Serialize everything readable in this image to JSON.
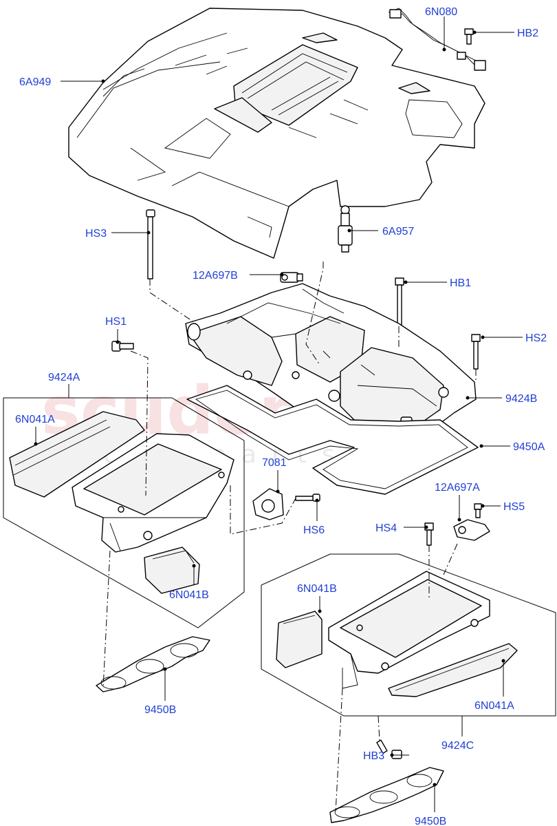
{
  "watermark": {
    "brand": "scuderia",
    "tagline": "car parts"
  },
  "labels": [
    {
      "key": "6N080",
      "text": "6N080"
    },
    {
      "key": "HB2",
      "text": "HB2"
    },
    {
      "key": "6A949",
      "text": "6A949"
    },
    {
      "key": "HS3",
      "text": "HS3"
    },
    {
      "key": "6A957",
      "text": "6A957"
    },
    {
      "key": "12A697B",
      "text": "12A697B"
    },
    {
      "key": "HB1",
      "text": "HB1"
    },
    {
      "key": "HS1",
      "text": "HS1"
    },
    {
      "key": "HS2",
      "text": "HS2"
    },
    {
      "key": "9424A",
      "text": "9424A"
    },
    {
      "key": "6N041A_left",
      "text": "6N041A"
    },
    {
      "key": "9424B",
      "text": "9424B"
    },
    {
      "key": "9450A",
      "text": "9450A"
    },
    {
      "key": "7081",
      "text": "7081"
    },
    {
      "key": "12A697A",
      "text": "12A697A"
    },
    {
      "key": "HS5",
      "text": "HS5"
    },
    {
      "key": "HS6",
      "text": "HS6"
    },
    {
      "key": "HS4",
      "text": "HS4"
    },
    {
      "key": "6N041B_left",
      "text": "6N041B"
    },
    {
      "key": "6N041B_right",
      "text": "6N041B"
    },
    {
      "key": "9450B_left",
      "text": "9450B"
    },
    {
      "key": "6N041A_right",
      "text": "6N041A"
    },
    {
      "key": "9424C",
      "text": "9424C"
    },
    {
      "key": "HB3",
      "text": "HB3"
    },
    {
      "key": "9450B_right",
      "text": "9450B"
    }
  ]
}
